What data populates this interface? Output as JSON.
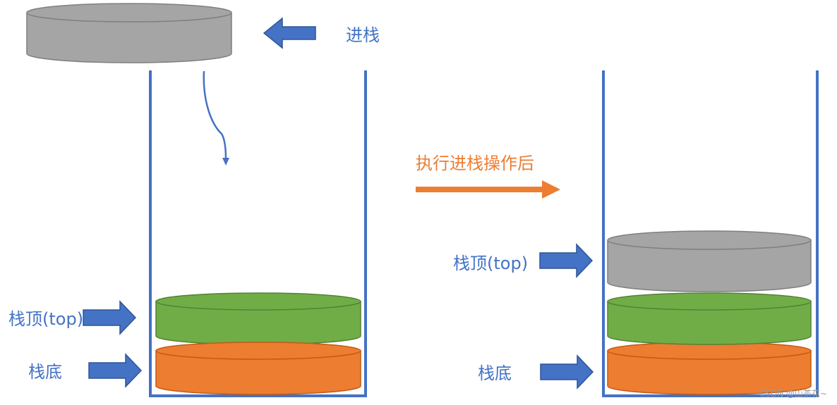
{
  "labels": {
    "push": "进栈",
    "after_push": "执行进栈操作后",
    "top_left": "栈顶(top)",
    "bottom_left": "栈底",
    "top_right": "栈顶(top)",
    "bottom_right": "栈底"
  },
  "watermark": "CSDN @山茶花~",
  "colors": {
    "container": "#4472c4",
    "arrow_blue": "#4472c4",
    "arrow_orange": "#ed7d31",
    "disk_gray": "#a5a5a5",
    "disk_green": "#70ad47",
    "disk_orange": "#ed7d31",
    "label_blue": "#4472c4",
    "label_orange": "#ed7d31"
  }
}
